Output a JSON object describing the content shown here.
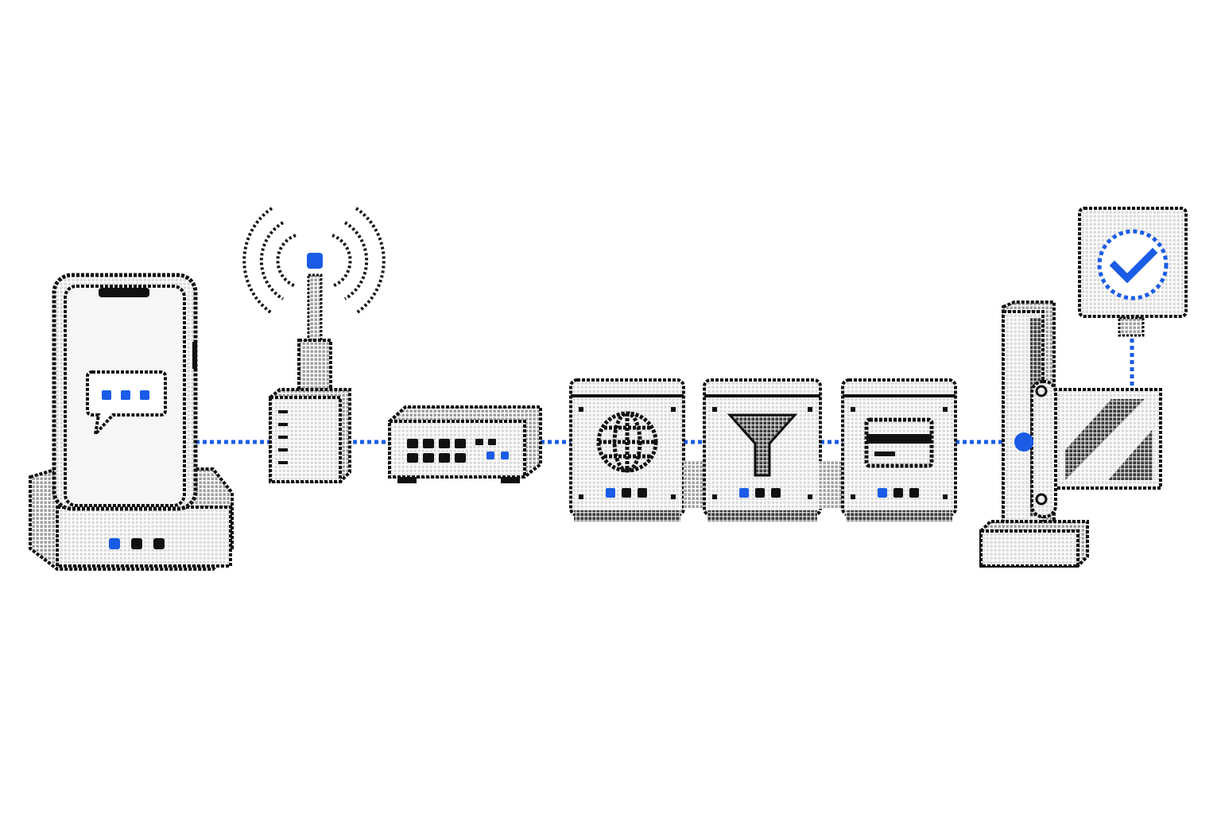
{
  "colors": {
    "background": "#ffffff",
    "ink": "#111111",
    "fill": "#e3e3e3",
    "dark_fill": "#5a5a5a",
    "accent": "#1a5ce6"
  },
  "nodes": [
    {
      "id": "phone",
      "icon": "chat-bubble-icon"
    },
    {
      "id": "antenna",
      "icon": "signal-waves-icon"
    },
    {
      "id": "switch",
      "icon": "network-ports-icon"
    },
    {
      "id": "web-server",
      "icon": "globe-icon"
    },
    {
      "id": "filter-server",
      "icon": "funnel-icon"
    },
    {
      "id": "payment-server",
      "icon": "credit-card-icon"
    },
    {
      "id": "gate",
      "icon": "barrier-gate-icon"
    },
    {
      "id": "approval-sign",
      "icon": "checkmark-icon"
    }
  ],
  "links": [
    {
      "from": "phone",
      "to": "antenna"
    },
    {
      "from": "antenna",
      "to": "switch"
    },
    {
      "from": "switch",
      "to": "web-server"
    },
    {
      "from": "web-server",
      "to": "filter-server"
    },
    {
      "from": "filter-server",
      "to": "payment-server"
    },
    {
      "from": "payment-server",
      "to": "gate"
    },
    {
      "from": "gate",
      "to": "approval-sign"
    }
  ]
}
